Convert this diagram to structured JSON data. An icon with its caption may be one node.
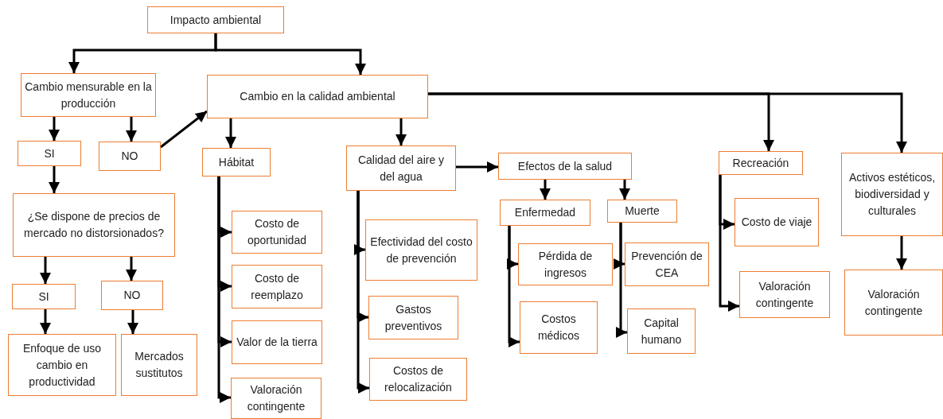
{
  "diagram": {
    "nodes": [
      {
        "text": [
          "Impacto ambiental"
        ]
      },
      {
        "text": [
          "Cambio mensurable en la producción"
        ]
      },
      {
        "text": [
          "Cambio en la calidad ambiental"
        ]
      },
      {
        "text": [
          "SI"
        ]
      },
      {
        "text": [
          "NO"
        ]
      },
      {
        "text": [
          "Hábitat"
        ]
      },
      {
        "text": [
          "Calidad del aire y del agua"
        ]
      },
      {
        "text": [
          "Efectos de la salud"
        ]
      },
      {
        "text": [
          "Recreación"
        ]
      },
      {
        "text": [
          "Activos estéticos, biodiversidad y culturales"
        ]
      },
      {
        "text": [
          "¿Se dispone de precios de mercado no distorsionados?"
        ]
      },
      {
        "text": [
          "Enfermedad"
        ]
      },
      {
        "text": [
          "Muerte"
        ]
      },
      {
        "text": [
          "Costo de oportunidad"
        ]
      },
      {
        "text": [
          "Efectividad del costo de prevención"
        ]
      },
      {
        "text": [
          "Costo de viaje"
        ]
      },
      {
        "text": [
          "Pérdida de ingresos"
        ]
      },
      {
        "text": [
          "Prevención de CEA"
        ]
      },
      {
        "text": [
          "Costo de reemplazo"
        ]
      },
      {
        "text": [
          "Valoración contingente"
        ]
      },
      {
        "text": [
          "Valoración contingente"
        ]
      },
      {
        "text": [
          "SI"
        ]
      },
      {
        "text": [
          "NO"
        ]
      },
      {
        "text": [
          "Gastos preventivos"
        ]
      },
      {
        "text": [
          "Costos médicos"
        ]
      },
      {
        "text": [
          "Capital humano"
        ]
      },
      {
        "text": [
          "Valor de la tierra"
        ]
      },
      {
        "text": [
          "Enfoque de uso cambio en productividad"
        ]
      },
      {
        "text": [
          "Mercados sustitutos"
        ]
      },
      {
        "text": [
          "Costos de relocalización"
        ]
      },
      {
        "text": [
          "Valoración contingente"
        ]
      }
    ],
    "edges": [
      {
        "from": 0,
        "to": 1,
        "arrow": "to"
      },
      {
        "from": 0,
        "to": 2,
        "arrow": "to"
      },
      {
        "from": 1,
        "to": 3,
        "arrow": "to"
      },
      {
        "from": 1,
        "to": 4,
        "arrow": "to"
      },
      {
        "from": 4,
        "to": 2,
        "arrow": "to"
      },
      {
        "from": 2,
        "to": 5,
        "arrow": "to"
      },
      {
        "from": 2,
        "to": 6,
        "arrow": "to"
      },
      {
        "from": 2,
        "to": 8,
        "arrow": "to"
      },
      {
        "from": 2,
        "to": 9,
        "arrow": "to"
      },
      {
        "from": 3,
        "to": 10,
        "arrow": "to"
      },
      {
        "from": 10,
        "to": 21,
        "arrow": "to"
      },
      {
        "from": 10,
        "to": 22,
        "arrow": "to"
      },
      {
        "from": 21,
        "to": 27,
        "arrow": "to"
      },
      {
        "from": 22,
        "to": 28,
        "arrow": "to"
      },
      {
        "from": 5,
        "to": 13,
        "arrow": "to"
      },
      {
        "from": 5,
        "to": 18,
        "arrow": "to"
      },
      {
        "from": 5,
        "to": 26,
        "arrow": "to"
      },
      {
        "from": 5,
        "to": 30,
        "arrow": "to"
      },
      {
        "from": 6,
        "to": 7,
        "arrow": "to"
      },
      {
        "from": 6,
        "to": 14,
        "arrow": "to"
      },
      {
        "from": 6,
        "to": 23,
        "arrow": "to"
      },
      {
        "from": 6,
        "to": 29,
        "arrow": "to"
      },
      {
        "from": 7,
        "to": 11,
        "arrow": "to"
      },
      {
        "from": 7,
        "to": 12,
        "arrow": "to"
      },
      {
        "from": 11,
        "to": 16,
        "arrow": "to"
      },
      {
        "from": 11,
        "to": 24,
        "arrow": "to"
      },
      {
        "from": 12,
        "to": 17,
        "arrow": "to"
      },
      {
        "from": 12,
        "to": 25,
        "arrow": "to"
      },
      {
        "from": 8,
        "to": 15,
        "arrow": "to"
      },
      {
        "from": 8,
        "to": 19,
        "arrow": "to"
      },
      {
        "from": 9,
        "to": 20,
        "arrow": "to"
      }
    ]
  }
}
